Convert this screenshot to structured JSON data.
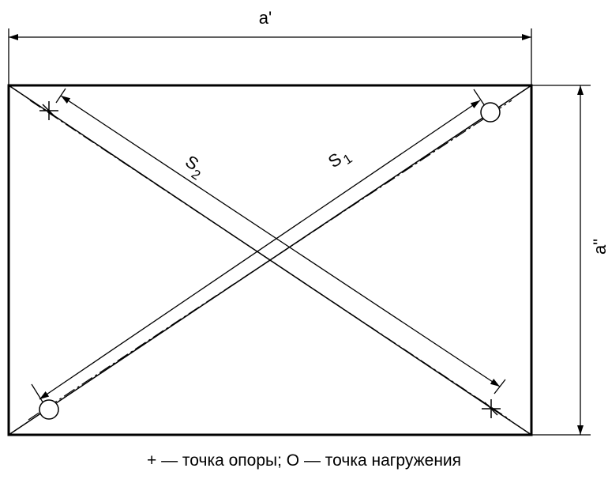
{
  "labels": {
    "width_dim": "a'",
    "height_dim": "a\"",
    "s1_base": "S",
    "s1_sub": "1",
    "s2_base": "S",
    "s2_sub": "2"
  },
  "legend": "+ — точка опоры; О — точка нагружения",
  "markers": {
    "support": "support-point",
    "load": "load-point"
  }
}
